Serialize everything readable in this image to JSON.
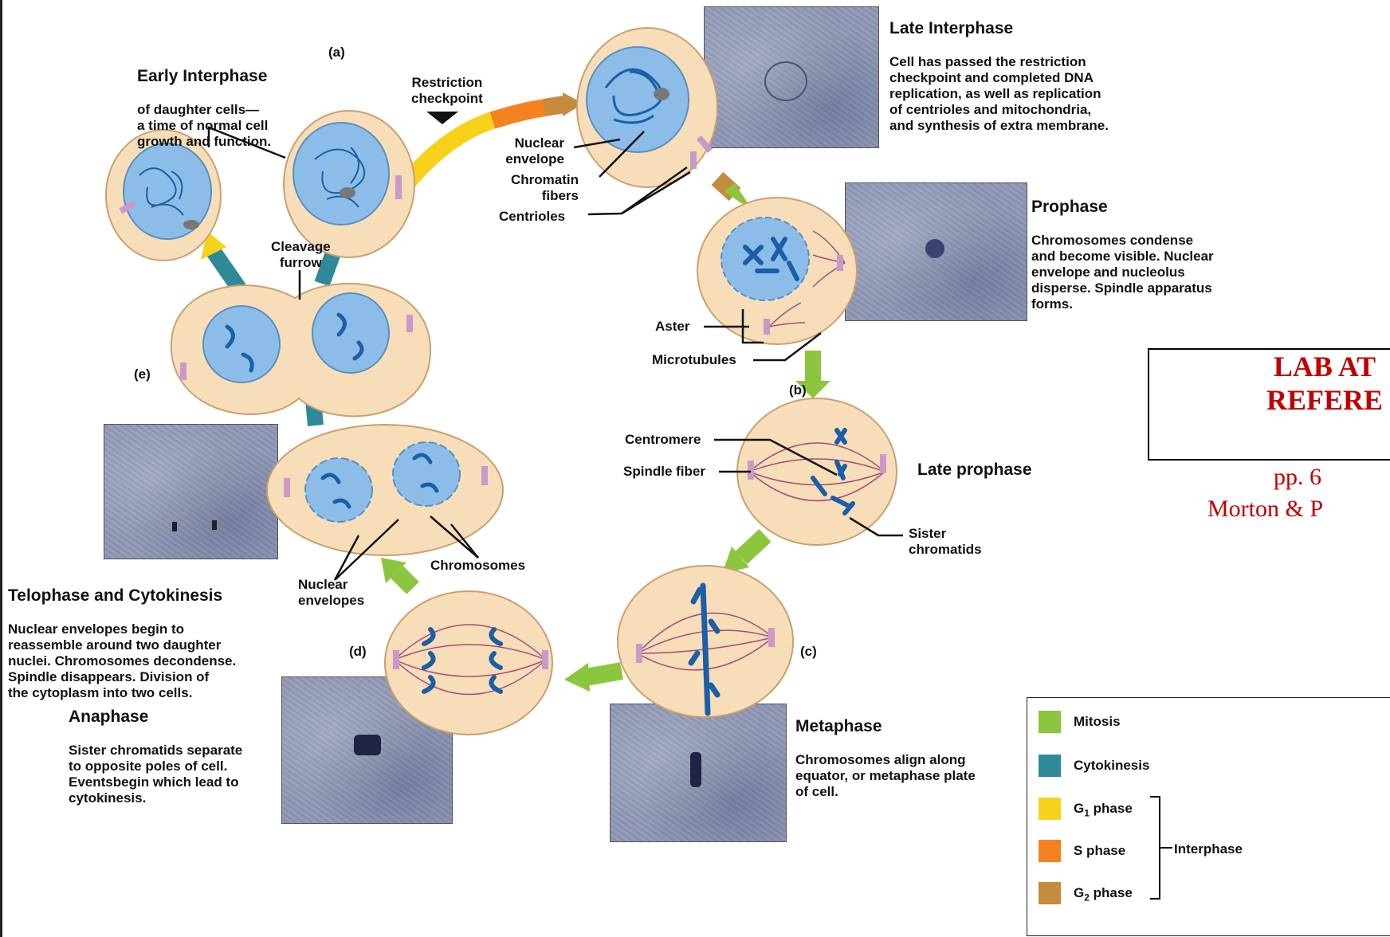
{
  "colors": {
    "mitosis": "#8cc63f",
    "cytokinesis": "#2e8a99",
    "g1": "#f7d21a",
    "s": "#f58220",
    "g2": "#c68b3e",
    "cell": "#f7ddb8",
    "nucleus": "#8bbde8",
    "chromosome": "#1a5fa8",
    "centriole": "#c99ac9",
    "ref_red": "#c00000"
  },
  "labels": {
    "a": "(a)",
    "b": "(b)",
    "c": "(c)",
    "d": "(d)",
    "e": "(e)",
    "restriction_checkpoint": "Restriction\ncheckpoint",
    "nuclear_envelope": "Nuclear\nenvelope",
    "chromatin_fibers": "Chromatin\nfibers",
    "centrioles": "Centrioles",
    "aster": "Aster",
    "microtubules": "Microtubules",
    "centromere": "Centromere",
    "spindle_fiber": "Spindle fiber",
    "late_prophase": "Late prophase",
    "sister_chromatids": "Sister\nchromatids",
    "chromosomes": "Chromosomes",
    "nuclear_envelopes": "Nuclear\nenvelopes",
    "cleavage_furrow": "Cleavage\nfurrow"
  },
  "phases": {
    "early_interphase": {
      "title": "Early Interphase",
      "desc": "of daughter cells—\na time of normal cell\ngrowth and function."
    },
    "late_interphase": {
      "title": "Late Interphase",
      "desc": "Cell has passed the restriction\ncheckpoint and completed DNA\nreplication, as well as replication\nof centrioles and mitochondria,\nand synthesis of extra membrane."
    },
    "prophase": {
      "title": "Prophase",
      "desc": "Chromosomes condense\nand become visible. Nuclear\nenvelope and nucleolus\ndisperse. Spindle apparatus\nforms."
    },
    "telophase": {
      "title": "Telophase and Cytokinesis",
      "desc": "Nuclear envelopes begin to\nreassemble around two daughter\nnuclei. Chromosomes decondense.\nSpindle disappears. Division of\nthe cytoplasm into two cells."
    },
    "anaphase": {
      "title": "Anaphase",
      "desc": "Sister chromatids separate\nto opposite poles of cell.\nEventsbegin which lead to\ncytokinesis."
    },
    "metaphase": {
      "title": "Metaphase",
      "desc": "Chromosomes align along\nequator, or metaphase plate\nof cell."
    }
  },
  "reference": {
    "box_line1": "LAB AT",
    "box_line2": "REFERE",
    "pages": "pp. 6",
    "authors": "Morton & P"
  },
  "legend": {
    "items": [
      "Mitosis",
      "Cytokinesis",
      "G1 phase",
      "S phase",
      "G2 phase"
    ],
    "g1_main": "G",
    "g1_sub": "1",
    "g1_rest": " phase",
    "g2_main": "G",
    "g2_sub": "2",
    "g2_rest": " phase",
    "interphase": "Interphase"
  }
}
